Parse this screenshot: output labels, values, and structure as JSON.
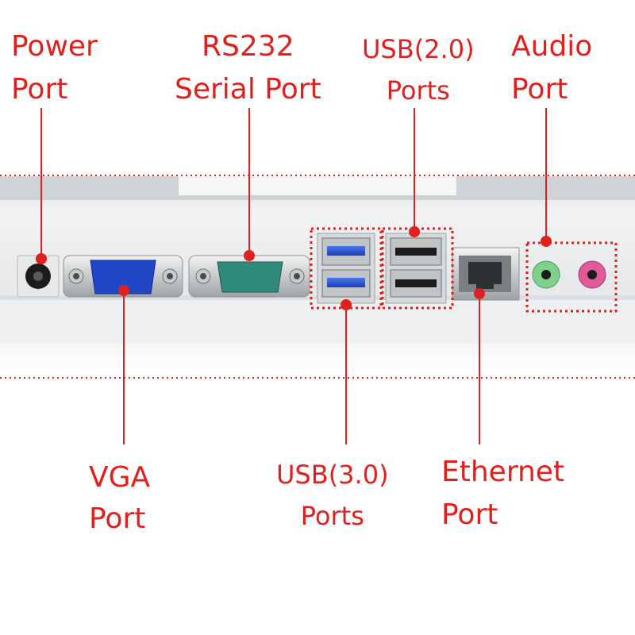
{
  "labels": {
    "power": [
      "Power",
      "Port"
    ],
    "rs232": [
      "RS232",
      "Serial Port"
    ],
    "usb2": [
      "USB(2.0)",
      "Ports"
    ],
    "audio": [
      "Audio",
      "Port"
    ],
    "vga": [
      "VGA",
      "Port"
    ],
    "usb3": [
      "USB(3.0)",
      "Ports"
    ],
    "ethernet": [
      "Ethernet",
      "Port"
    ]
  },
  "colors": {
    "annotation": "#e0201c",
    "vga_connector": "#2146c8",
    "serial_connector": "#2f8a7a",
    "usb3_blue": "#1d4fd6",
    "audio_green": "#7ed08a",
    "audio_pink": "#e05a9a",
    "panel": "#e9ecee",
    "panel_shadow": "#c7ccd0"
  }
}
